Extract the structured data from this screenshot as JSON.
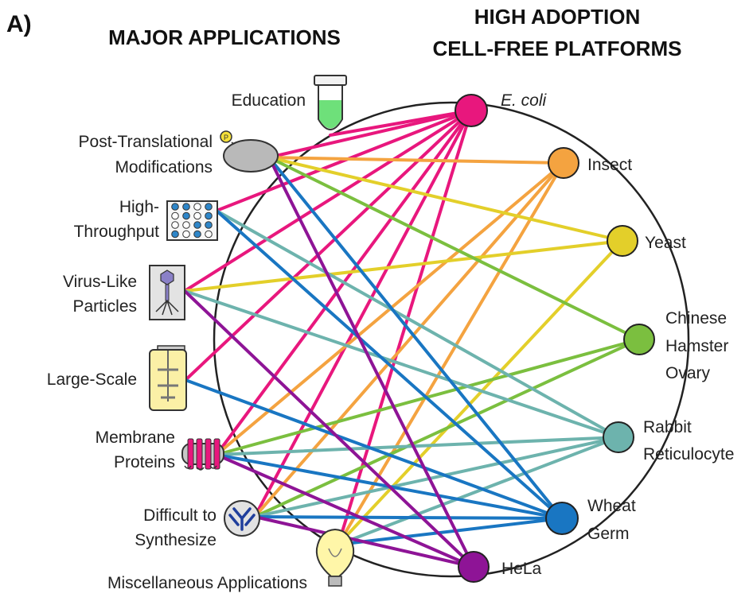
{
  "panel_label": "A)",
  "titles": {
    "left": "MAJOR APPLICATIONS",
    "right_line1": "HIGH ADOPTION",
    "right_line2": "CELL-FREE PLATFORMS"
  },
  "applications": [
    {
      "id": "education",
      "lines": [
        "Education"
      ]
    },
    {
      "id": "ptm",
      "lines": [
        "Post-Translational",
        "Modifications"
      ]
    },
    {
      "id": "high_throughput",
      "lines": [
        "High-",
        "Throughput"
      ]
    },
    {
      "id": "vlp",
      "lines": [
        "Virus-Like",
        "Particles"
      ]
    },
    {
      "id": "large_scale",
      "lines": [
        "Large-Scale"
      ]
    },
    {
      "id": "membrane",
      "lines": [
        "Membrane",
        "Proteins"
      ]
    },
    {
      "id": "difficult",
      "lines": [
        "Difficult to",
        "Synthesize"
      ]
    },
    {
      "id": "misc",
      "lines": [
        "Miscellaneous Applications"
      ]
    }
  ],
  "ptm_badge": "P",
  "platforms": [
    {
      "id": "ecoli",
      "lines": [
        "E. coli"
      ],
      "italic": true,
      "color": "#e8177d"
    },
    {
      "id": "insect",
      "lines": [
        "Insect"
      ],
      "color": "#f4a340"
    },
    {
      "id": "yeast",
      "lines": [
        "Yeast"
      ],
      "color": "#e3cf2a"
    },
    {
      "id": "cho",
      "lines": [
        "Chinese",
        "Hamster",
        "Ovary"
      ],
      "color": "#7bbf3f"
    },
    {
      "id": "rabbit",
      "lines": [
        "Rabbit",
        "Reticulocyte"
      ],
      "color": "#6db3ad"
    },
    {
      "id": "wheat",
      "lines": [
        "Wheat",
        "Germ"
      ],
      "color": "#1976c2"
    },
    {
      "id": "hela",
      "lines": [
        "HeLa"
      ],
      "color": "#8e1496"
    }
  ],
  "connections": [
    [
      "ecoli",
      "education"
    ],
    [
      "ecoli",
      "ptm"
    ],
    [
      "ecoli",
      "high_throughput"
    ],
    [
      "ecoli",
      "vlp"
    ],
    [
      "ecoli",
      "large_scale"
    ],
    [
      "ecoli",
      "membrane"
    ],
    [
      "ecoli",
      "difficult"
    ],
    [
      "ecoli",
      "misc"
    ],
    [
      "insect",
      "ptm"
    ],
    [
      "insect",
      "membrane"
    ],
    [
      "insect",
      "difficult"
    ],
    [
      "insect",
      "misc"
    ],
    [
      "yeast",
      "ptm"
    ],
    [
      "yeast",
      "vlp"
    ],
    [
      "yeast",
      "misc"
    ],
    [
      "cho",
      "ptm"
    ],
    [
      "cho",
      "membrane"
    ],
    [
      "cho",
      "difficult"
    ],
    [
      "rabbit",
      "high_throughput"
    ],
    [
      "rabbit",
      "vlp"
    ],
    [
      "rabbit",
      "membrane"
    ],
    [
      "rabbit",
      "difficult"
    ],
    [
      "rabbit",
      "misc"
    ],
    [
      "wheat",
      "ptm"
    ],
    [
      "wheat",
      "high_throughput"
    ],
    [
      "wheat",
      "large_scale"
    ],
    [
      "wheat",
      "membrane"
    ],
    [
      "wheat",
      "difficult"
    ],
    [
      "wheat",
      "misc"
    ],
    [
      "hela",
      "ptm"
    ],
    [
      "hela",
      "vlp"
    ],
    [
      "hela",
      "membrane"
    ],
    [
      "hela",
      "difficult"
    ]
  ],
  "ring_color": "#222222"
}
